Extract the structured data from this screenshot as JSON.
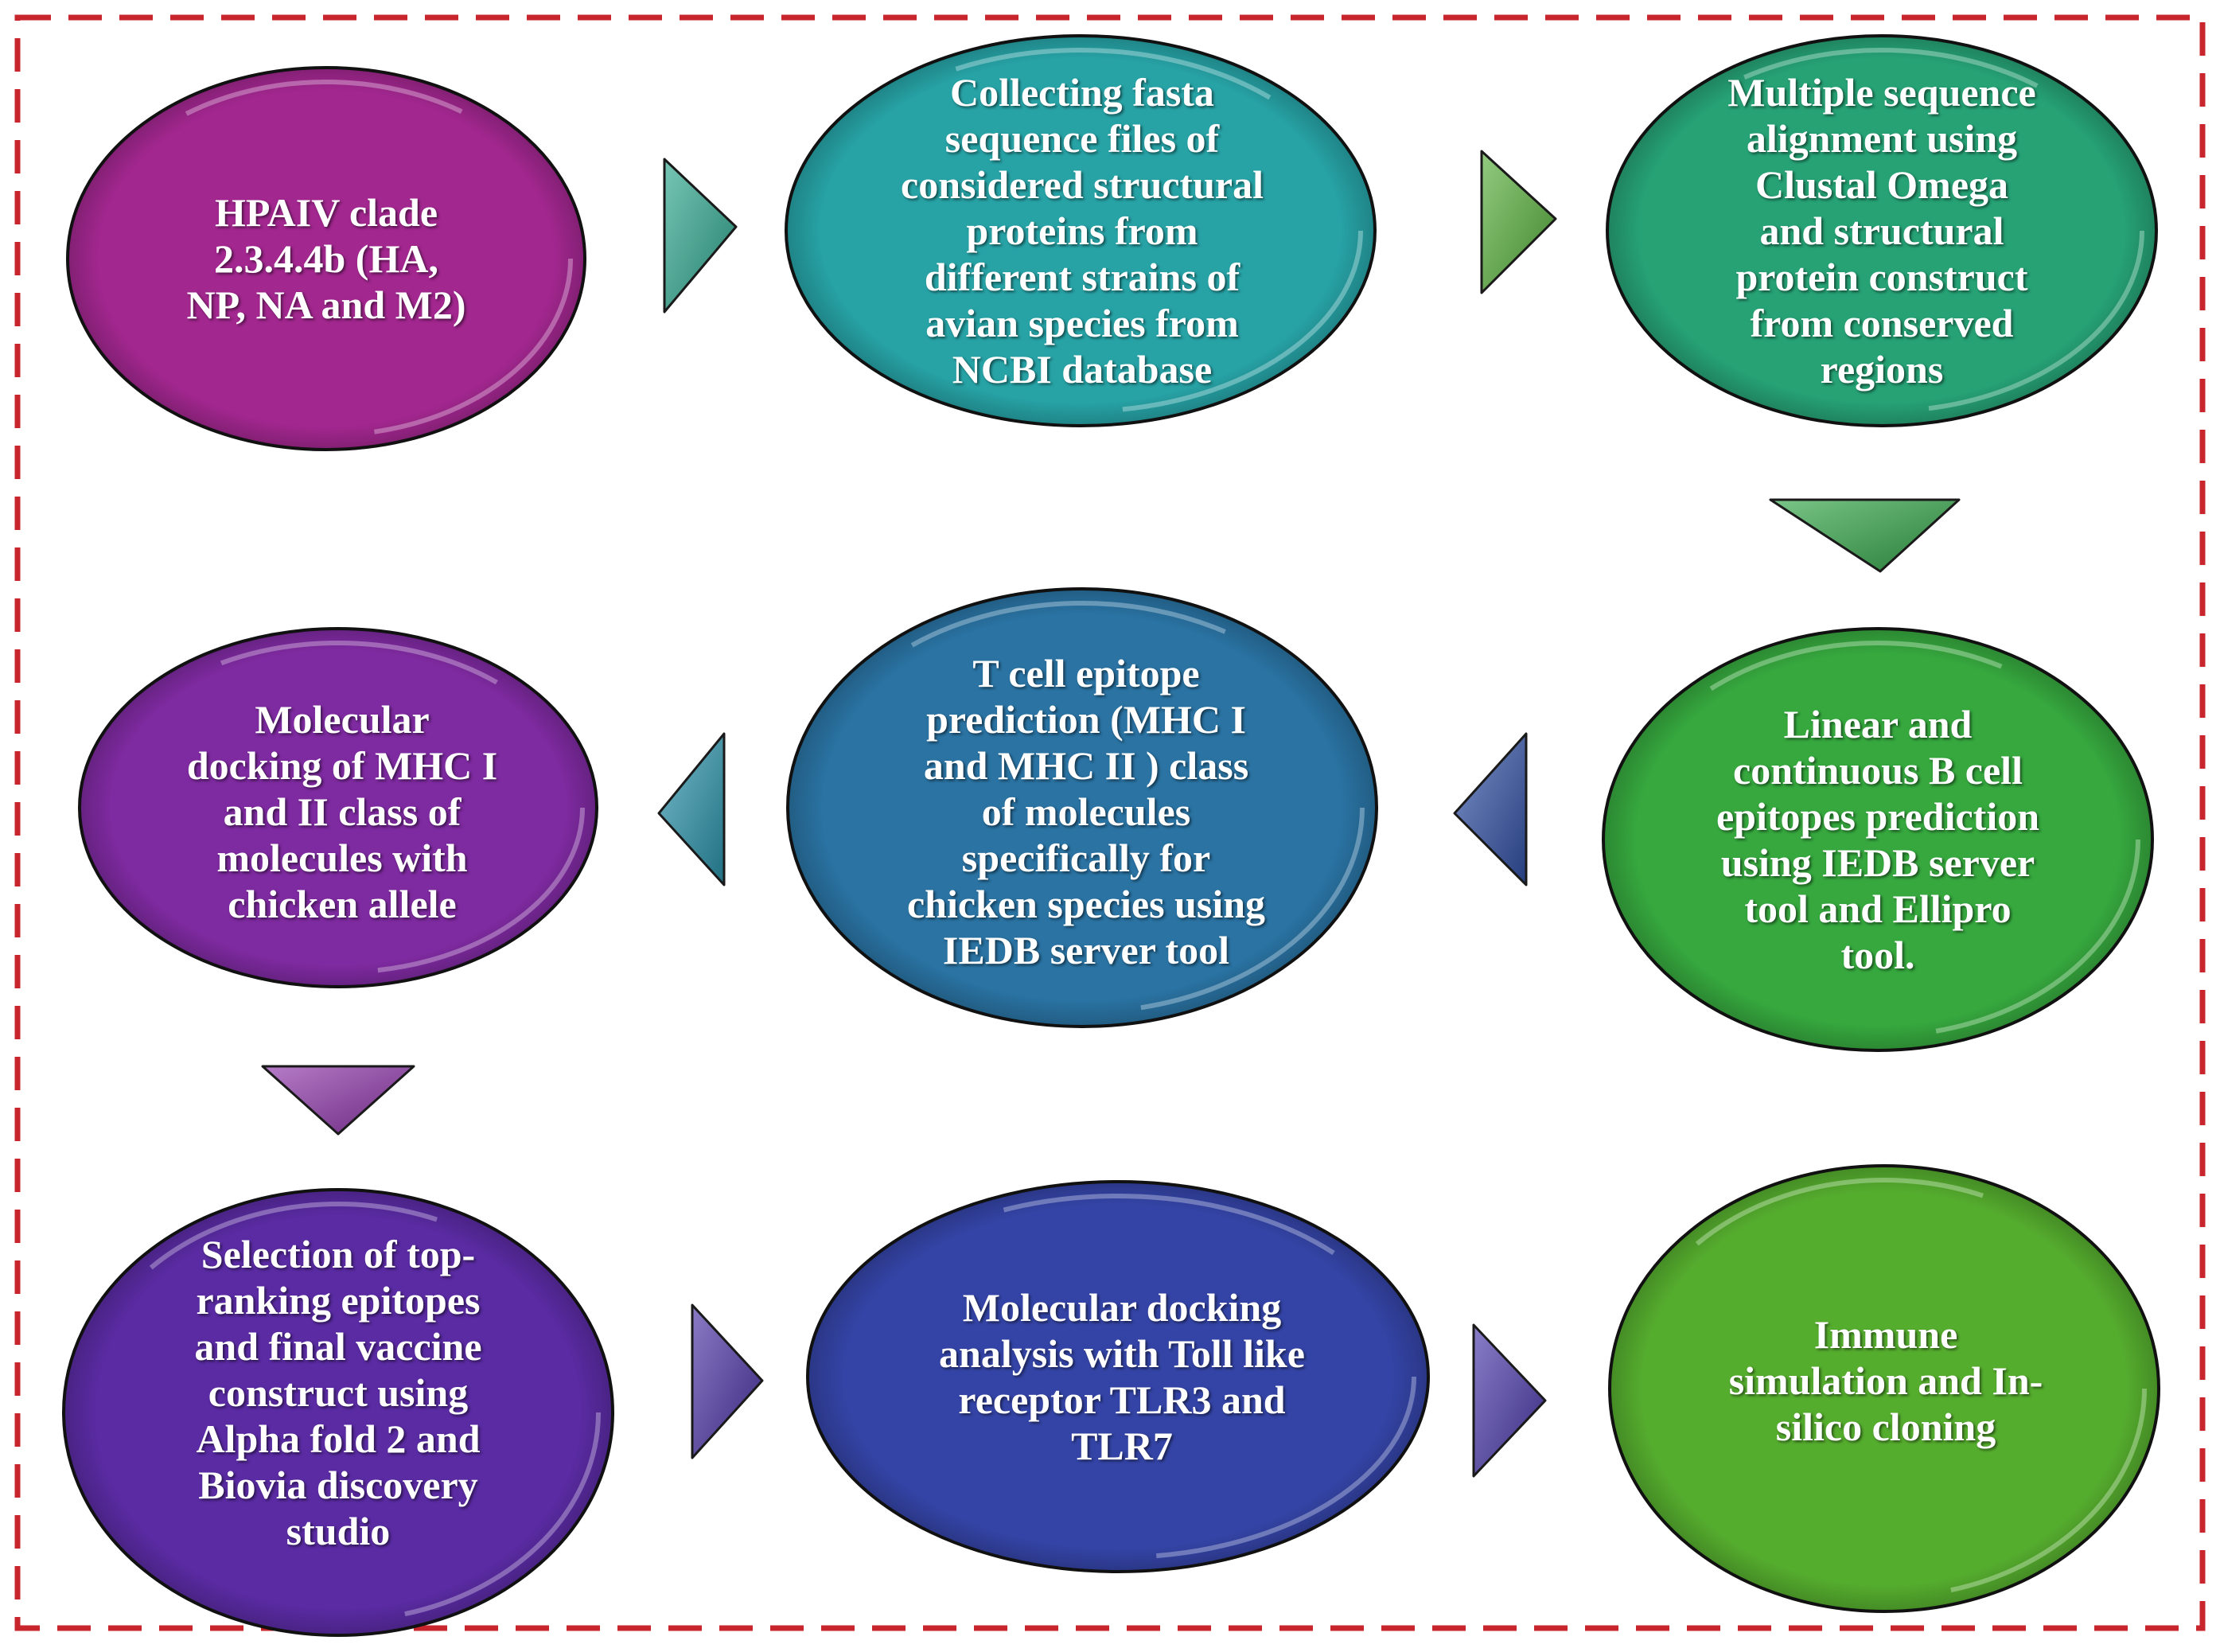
{
  "border_color": "#c9252c",
  "steps": [
    {
      "label": "HPAIV clade\n2.3.4.4b (HA,\nNP, NA and M2)",
      "color": "#a2278f"
    },
    {
      "label": "Collecting fasta\nsequence files of\nconsidered structural\nproteins from\ndifferent strains of\navian species from\nNCBI database",
      "color": "#27a3a6"
    },
    {
      "label": "Multiple sequence\nalignment using\nClustal Omega\nand structural\nprotein construct\nfrom conserved\nregions",
      "color": "#26a275"
    },
    {
      "label": "Linear and\ncontinuous B cell\nepitopes prediction\nusing IEDB server\ntool and Ellipro\ntool.",
      "color": "#36a83e"
    },
    {
      "label": "T cell epitope\nprediction  (MHC I\nand MHC II ) class\nof molecules\nspecifically for\nchicken species using\nIEDB server tool",
      "color": "#2a73a3"
    },
    {
      "label": "Molecular\ndocking of MHC I\nand II class of\nmolecules with\nchicken allele",
      "color": "#7e2aa0"
    },
    {
      "label": "Selection of top-\nranking epitopes\nand  final vaccine\nconstruct using\nAlpha fold 2 and\nBiovia discovery\nstudio",
      "color": "#5a2ba3"
    },
    {
      "label": "Molecular docking\nanalysis with Toll like\nreceptor TLR3 and\nTLR7",
      "color": "#3444a6"
    },
    {
      "label": "Immune\nsimulation and In-\nsilico cloning",
      "color": "#55ad2e"
    }
  ],
  "connectors": [
    {
      "from": "step-1",
      "to": "step-2",
      "direction": "right",
      "color": "#2ea88e"
    },
    {
      "from": "step-2",
      "to": "step-3",
      "direction": "right",
      "color": "#57b03a"
    },
    {
      "from": "step-3",
      "to": "step-4",
      "direction": "down",
      "color": "#33a548"
    },
    {
      "from": "step-4",
      "to": "step-5",
      "direction": "left",
      "color": "#3352a8"
    },
    {
      "from": "step-5",
      "to": "step-6",
      "direction": "left",
      "color": "#2a95ad"
    },
    {
      "from": "step-6",
      "to": "step-7",
      "direction": "down",
      "color": "#8f35aa"
    },
    {
      "from": "step-7",
      "to": "step-8",
      "direction": "right",
      "color": "#4c34a6"
    },
    {
      "from": "step-8",
      "to": "step-9",
      "direction": "right",
      "color": "#4a38ab"
    }
  ]
}
